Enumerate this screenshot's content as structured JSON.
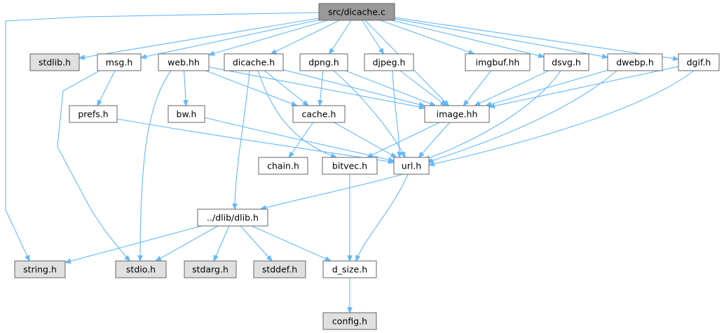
{
  "graph": {
    "title": "",
    "style": {
      "edge_color": "#63b8ff",
      "border_color": "#666666",
      "root_fill": "#999999",
      "file_fill": "#ffffff",
      "system_fill": "#e0e0e0",
      "text_color": "#000000"
    },
    "nodes": [
      {
        "id": "root",
        "label": "src/dicache.c",
        "kind": "root"
      },
      {
        "id": "stdlib_h",
        "label": "stdlib.h",
        "kind": "system"
      },
      {
        "id": "msg_h",
        "label": "msg.h",
        "kind": "file"
      },
      {
        "id": "web_hh",
        "label": "web.hh",
        "kind": "file"
      },
      {
        "id": "dicache_h",
        "label": "dicache.h",
        "kind": "file"
      },
      {
        "id": "dpng_h",
        "label": "dpng.h",
        "kind": "file"
      },
      {
        "id": "djpeg_h",
        "label": "djpeg.h",
        "kind": "file"
      },
      {
        "id": "imgbuf_hh",
        "label": "imgbuf.hh",
        "kind": "file"
      },
      {
        "id": "dsvg_h",
        "label": "dsvg.h",
        "kind": "file"
      },
      {
        "id": "dwebp_h",
        "label": "dwebp.h",
        "kind": "file"
      },
      {
        "id": "dgif_h",
        "label": "dgif.h",
        "kind": "file"
      },
      {
        "id": "prefs_h",
        "label": "prefs.h",
        "kind": "file"
      },
      {
        "id": "bw_h",
        "label": "bw.h",
        "kind": "file"
      },
      {
        "id": "cache_h",
        "label": "cache.h",
        "kind": "file"
      },
      {
        "id": "image_hh",
        "label": "image.hh",
        "kind": "file"
      },
      {
        "id": "chain_h",
        "label": "chain.h",
        "kind": "file"
      },
      {
        "id": "bitvec_h",
        "label": "bitvec.h",
        "kind": "file"
      },
      {
        "id": "url_h",
        "label": "url.h",
        "kind": "file"
      },
      {
        "id": "dlib_h",
        "label": "../dlib/dlib.h",
        "kind": "file"
      },
      {
        "id": "string_h",
        "label": "string.h",
        "kind": "system"
      },
      {
        "id": "stdio_h",
        "label": "stdio.h",
        "kind": "system"
      },
      {
        "id": "stdarg_h",
        "label": "stdarg.h",
        "kind": "system"
      },
      {
        "id": "stddef_h",
        "label": "stddef.h",
        "kind": "system"
      },
      {
        "id": "d_size_h",
        "label": "d_size.h",
        "kind": "file"
      },
      {
        "id": "config_h",
        "label": "config.h",
        "kind": "system"
      }
    ],
    "edges": [
      [
        "root",
        "string_h"
      ],
      [
        "root",
        "stdlib_h"
      ],
      [
        "root",
        "msg_h"
      ],
      [
        "root",
        "web_hh"
      ],
      [
        "root",
        "dicache_h"
      ],
      [
        "root",
        "dpng_h"
      ],
      [
        "root",
        "djpeg_h"
      ],
      [
        "root",
        "image_hh"
      ],
      [
        "root",
        "imgbuf_hh"
      ],
      [
        "root",
        "dsvg_h"
      ],
      [
        "root",
        "dwebp_h"
      ],
      [
        "root",
        "dgif_h"
      ],
      [
        "msg_h",
        "prefs_h"
      ],
      [
        "msg_h",
        "stdio_h"
      ],
      [
        "web_hh",
        "bw_h"
      ],
      [
        "web_hh",
        "cache_h"
      ],
      [
        "web_hh",
        "image_hh"
      ],
      [
        "web_hh",
        "stdio_h"
      ],
      [
        "dicache_h",
        "cache_h"
      ],
      [
        "dicache_h",
        "image_hh"
      ],
      [
        "dicache_h",
        "bitvec_h"
      ],
      [
        "dicache_h",
        "dlib_h"
      ],
      [
        "dpng_h",
        "cache_h"
      ],
      [
        "dpng_h",
        "image_hh"
      ],
      [
        "dpng_h",
        "url_h"
      ],
      [
        "djpeg_h",
        "image_hh"
      ],
      [
        "djpeg_h",
        "url_h"
      ],
      [
        "imgbuf_hh",
        "image_hh"
      ],
      [
        "dsvg_h",
        "image_hh"
      ],
      [
        "dsvg_h",
        "url_h"
      ],
      [
        "dwebp_h",
        "image_hh"
      ],
      [
        "dwebp_h",
        "url_h"
      ],
      [
        "dgif_h",
        "image_hh"
      ],
      [
        "dgif_h",
        "url_h"
      ],
      [
        "prefs_h",
        "url_h"
      ],
      [
        "bw_h",
        "url_h"
      ],
      [
        "cache_h",
        "chain_h"
      ],
      [
        "cache_h",
        "url_h"
      ],
      [
        "image_hh",
        "bitvec_h"
      ],
      [
        "image_hh",
        "url_h"
      ],
      [
        "bitvec_h",
        "d_size_h"
      ],
      [
        "url_h",
        "dlib_h"
      ],
      [
        "url_h",
        "d_size_h"
      ],
      [
        "dlib_h",
        "string_h"
      ],
      [
        "dlib_h",
        "stdio_h"
      ],
      [
        "dlib_h",
        "stdarg_h"
      ],
      [
        "dlib_h",
        "stddef_h"
      ],
      [
        "dlib_h",
        "d_size_h"
      ],
      [
        "d_size_h",
        "config_h"
      ]
    ]
  }
}
